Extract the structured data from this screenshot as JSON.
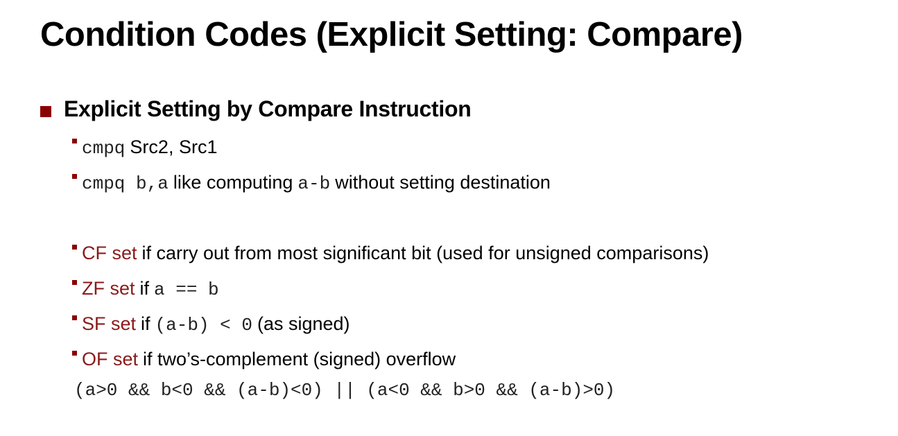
{
  "title": "Condition Codes (Explicit Setting: Compare)",
  "section": {
    "heading": "Explicit Setting by Compare Instruction"
  },
  "items": [
    {
      "code": "cmpq",
      "text": "Src2, Src1"
    },
    {
      "code": "cmpq b,a",
      "text": "like computing",
      "code2": "a-b",
      "text2": "without setting destination"
    }
  ],
  "flags": [
    {
      "flag": "CF set",
      "text": "if carry out from most significant bit (used for unsigned comparisons)"
    },
    {
      "flag": "ZF set",
      "text": "if",
      "code": "a == b"
    },
    {
      "flag": "SF set",
      "text": "if",
      "code": "(a-b) < 0",
      "text2": "(as signed)"
    },
    {
      "flag": "OF set",
      "text": "if two’s-complement (signed) overflow"
    }
  ],
  "overflow_expr": "(a>0 && b<0 && (a-b)<0) || (a<0 && b>0 && (a-b)>0)",
  "colors": {
    "accent": "#8b0000",
    "flag_text": "#8b1a1a"
  }
}
